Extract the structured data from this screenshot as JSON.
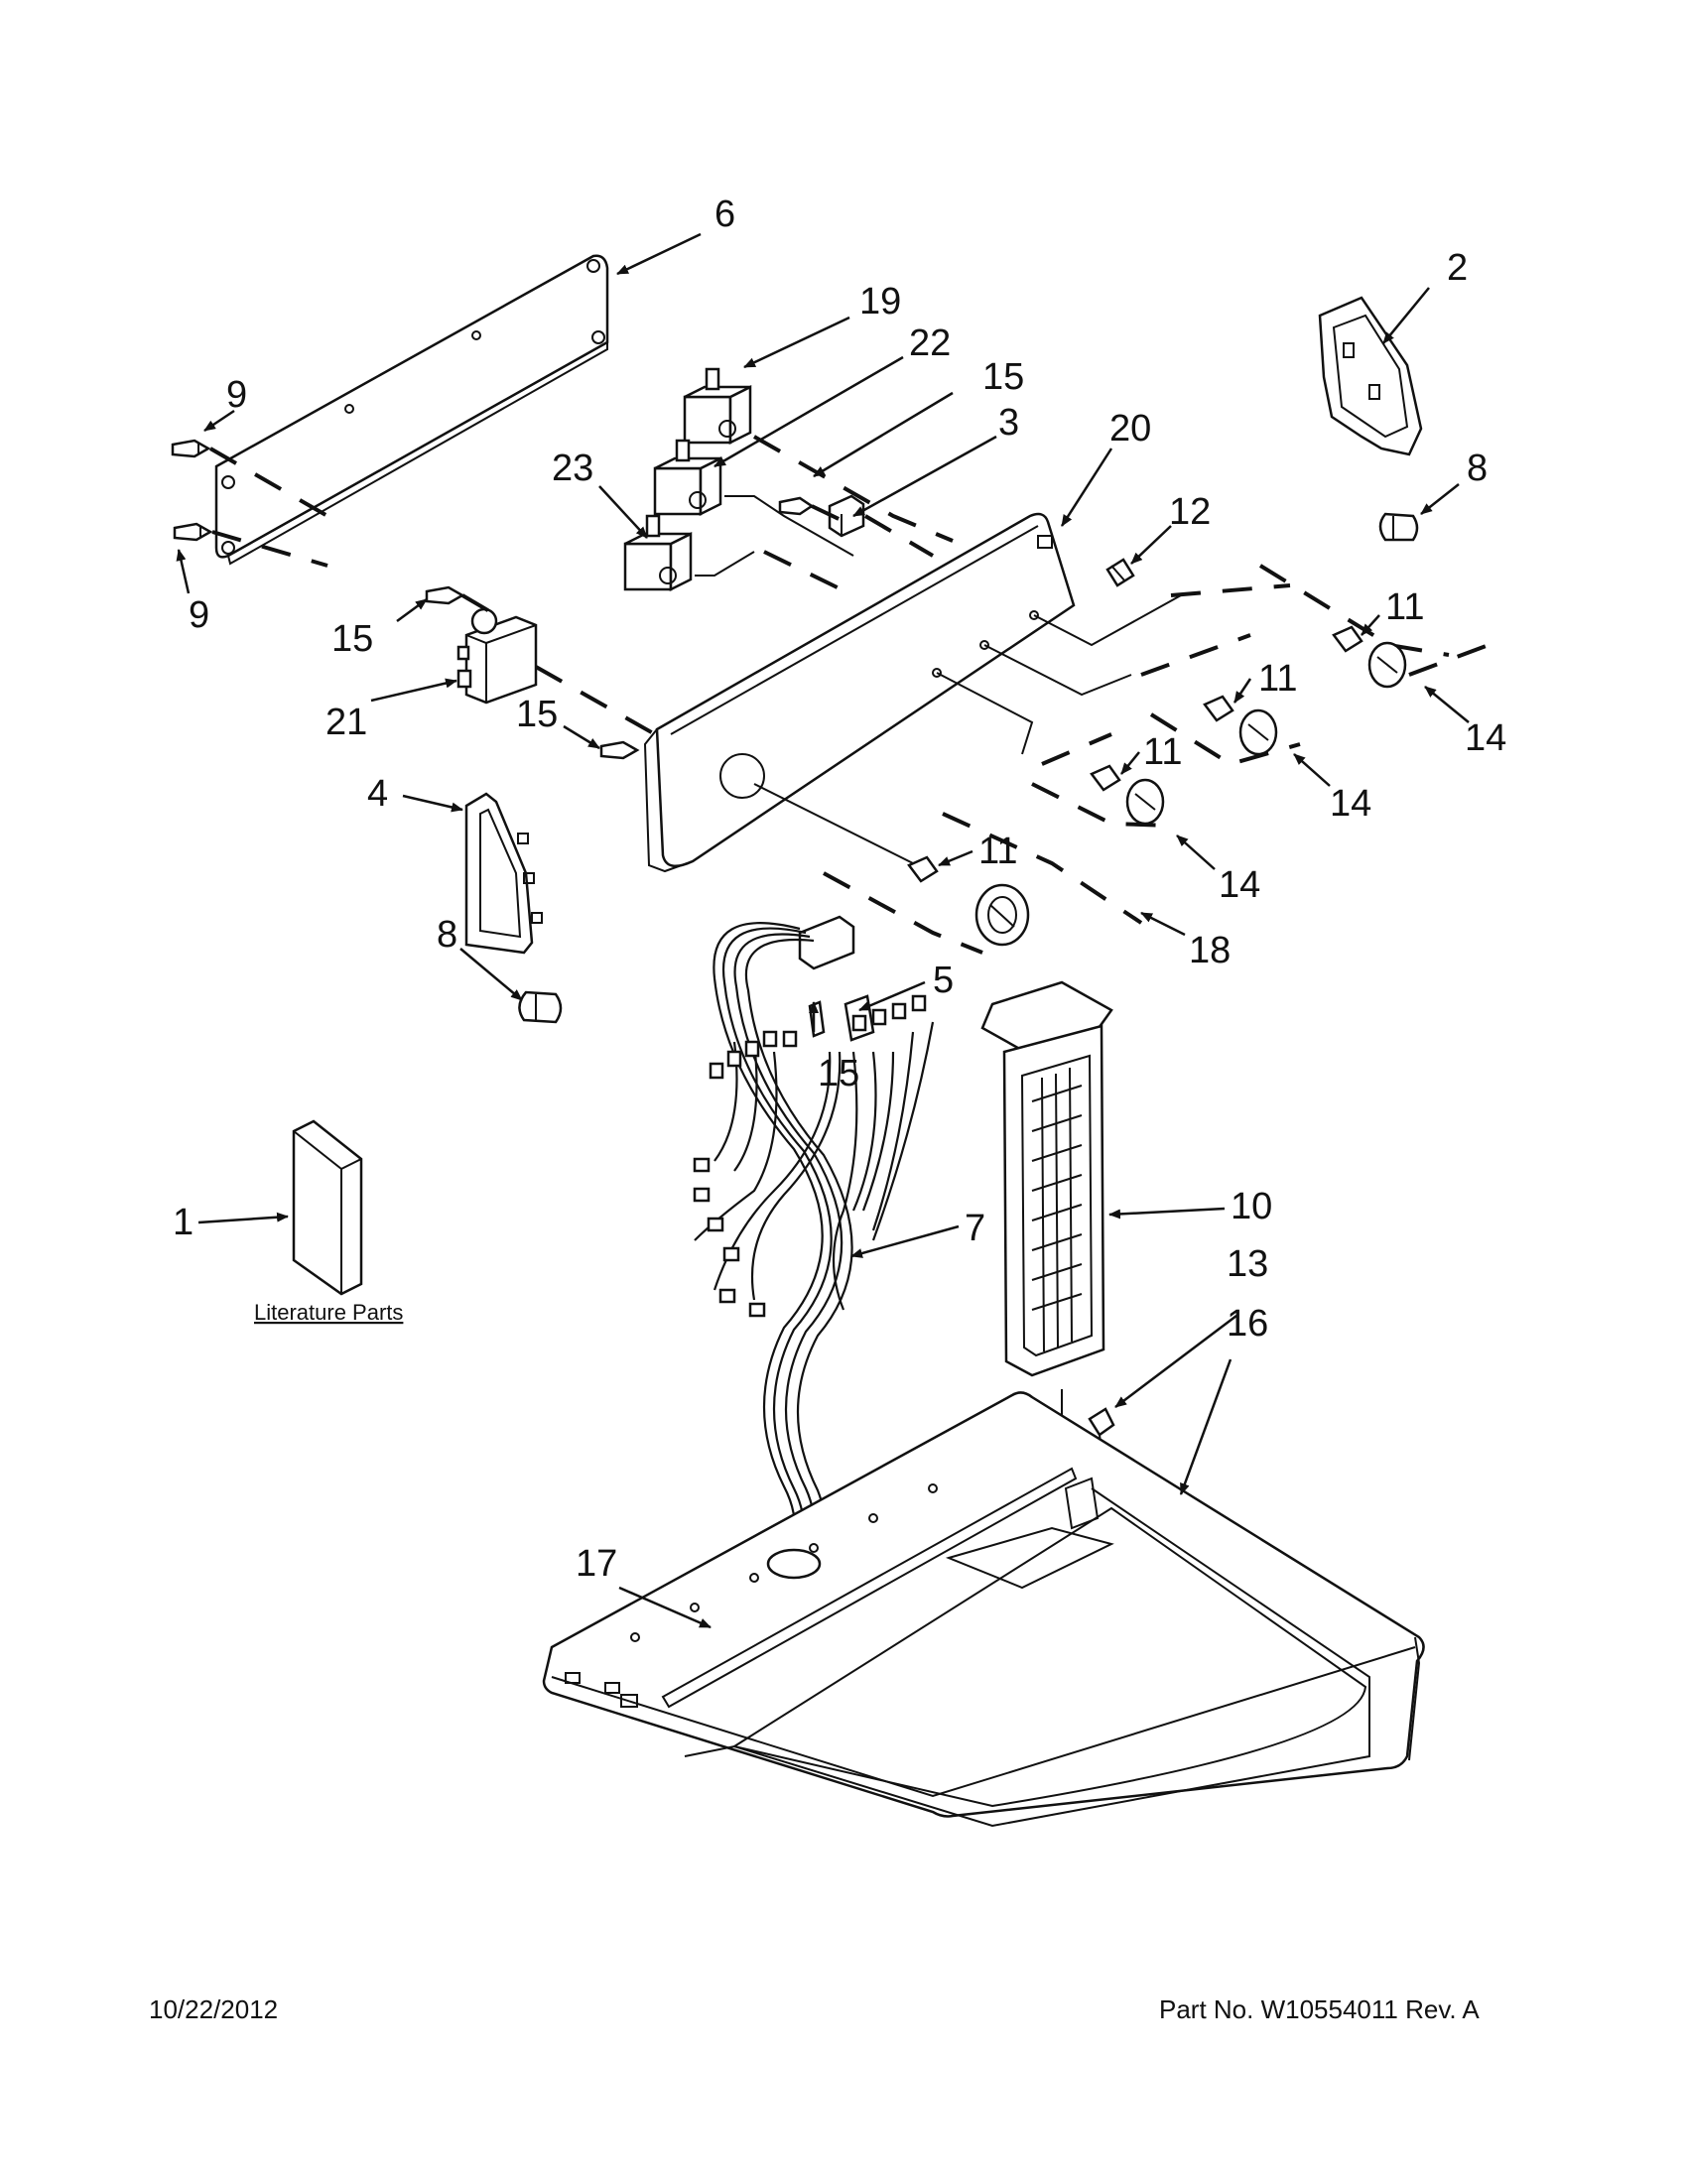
{
  "callouts": {
    "n1": "1",
    "n2": "2",
    "n3": "3",
    "n4": "4",
    "n5": "5",
    "n6": "6",
    "n7": "7",
    "n8a": "8",
    "n8b": "8",
    "n9a": "9",
    "n9b": "9",
    "n10": "10",
    "n11a": "11",
    "n11b": "11",
    "n11c": "11",
    "n11d": "11",
    "n12": "12",
    "n13": "13",
    "n14a": "14",
    "n14b": "14",
    "n14c": "14",
    "n15a": "15",
    "n15b": "15",
    "n15c": "15",
    "n15d": "15",
    "n16": "16",
    "n17": "17",
    "n18": "18",
    "n19": "19",
    "n20": "20",
    "n21": "21",
    "n22": "22",
    "n23": "23"
  },
  "literature_label": "Literature Parts",
  "footer": {
    "date": "10/22/2012",
    "part_number": "Part No.  W10554011  Rev.  A"
  },
  "colors": {
    "ink": "#111111",
    "paper": "#ffffff"
  }
}
